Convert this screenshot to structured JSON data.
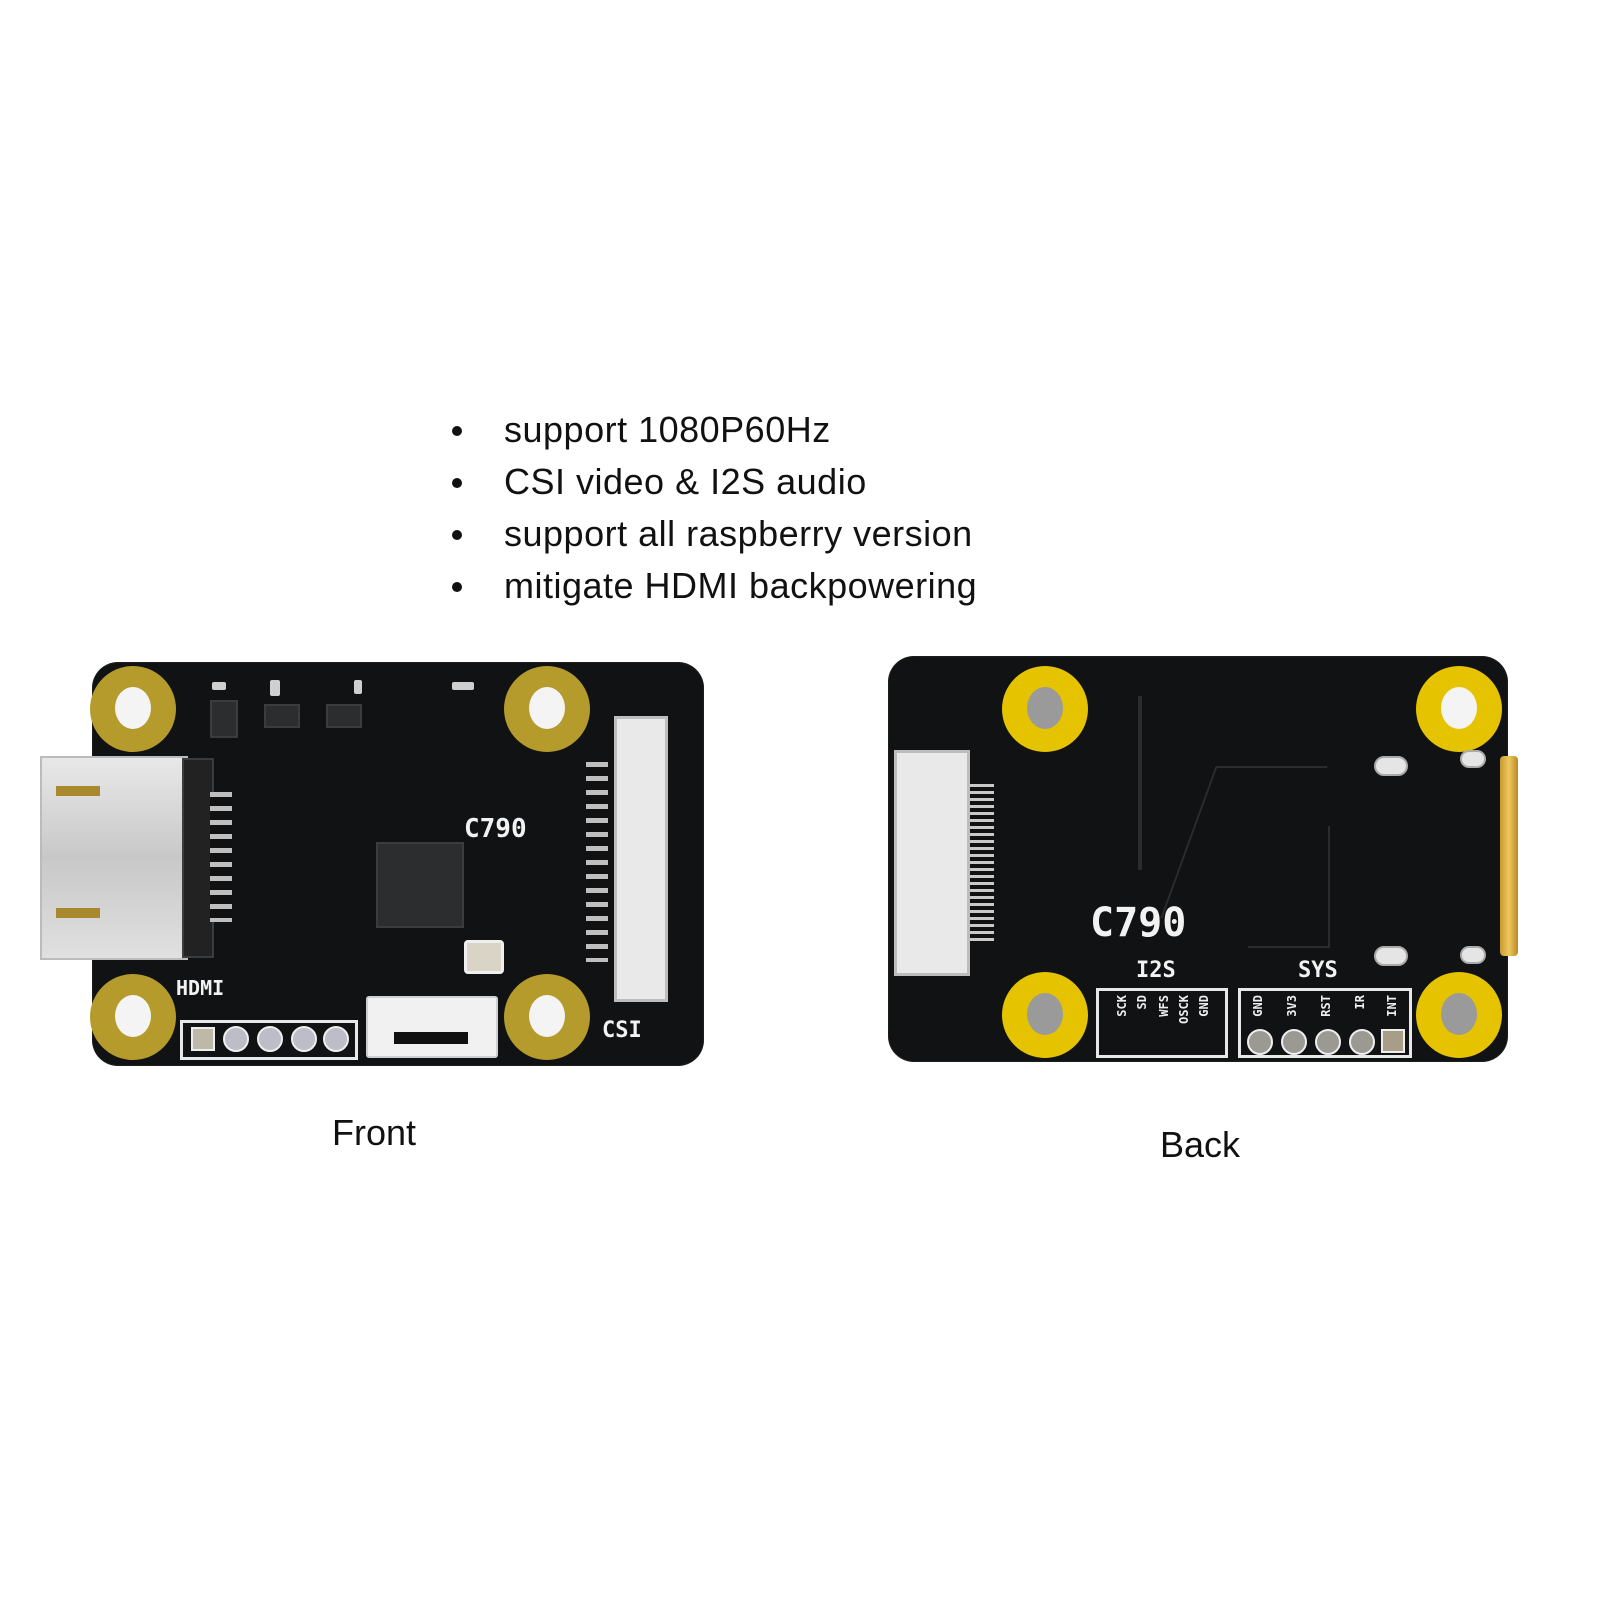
{
  "features": {
    "items": [
      {
        "label": "support 1080P60Hz"
      },
      {
        "label": "CSI video & I2S audio"
      },
      {
        "label": "support all raspberry version"
      },
      {
        "label": "mitigate HDMI backpowering"
      }
    ],
    "bullet_icon": "bullet-dot"
  },
  "front_board": {
    "caption": "Front",
    "model_label": "C790",
    "hdmi_label": "HDMI",
    "csi_label": "CSI",
    "colors": {
      "pcb": "#111213",
      "mount_pad": "#b59a2c",
      "silkscreen": "#f2f2f2"
    }
  },
  "back_board": {
    "caption": "Back",
    "model_label": "C790",
    "i2s": {
      "title": "I2S",
      "pins": [
        "SCK",
        "SD",
        "WFS",
        "OSCK",
        "GND"
      ]
    },
    "sys": {
      "title": "SYS",
      "pins": [
        "GND",
        "3V3",
        "RST",
        "IR",
        "INT"
      ]
    },
    "colors": {
      "pcb": "#111213",
      "mount_pad": "#e5c300",
      "silkscreen": "#f2f2f2"
    }
  }
}
